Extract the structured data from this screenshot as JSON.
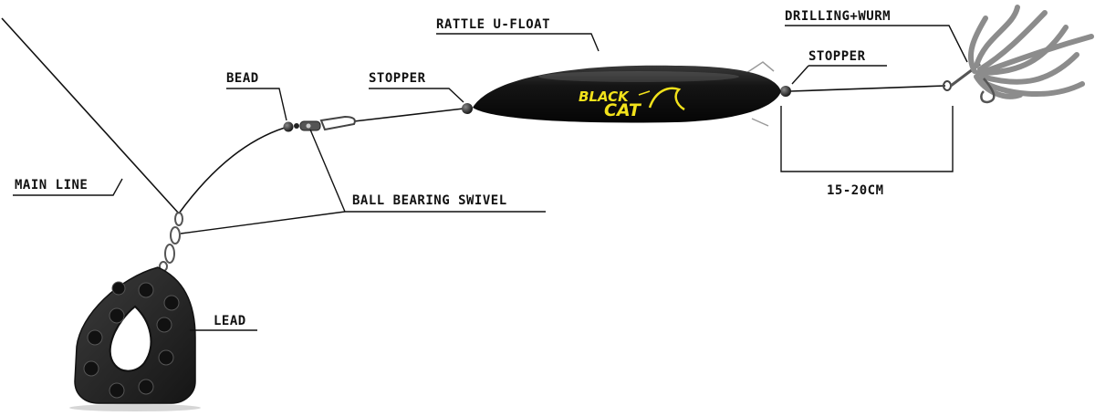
{
  "labels": {
    "main_line": "MAIN LINE",
    "bead": "BEAD",
    "stopper_left": "STOPPER",
    "rattle_float": "RATTLE U-FLOAT",
    "stopper_right": "STOPPER",
    "drilling_wurm": "DRILLING+WURM",
    "ball_bearing_swivel": "BALL BEARING SWIVEL",
    "distance": "15-20CM",
    "lead": "LEAD"
  },
  "logo": {
    "line1": "BLACK",
    "line2": "CAT"
  },
  "colors": {
    "line": "#111111",
    "float": "#141414",
    "logo": "#f2e21b",
    "lead": "#2a2a2a",
    "worm": "#8c8c8c"
  }
}
